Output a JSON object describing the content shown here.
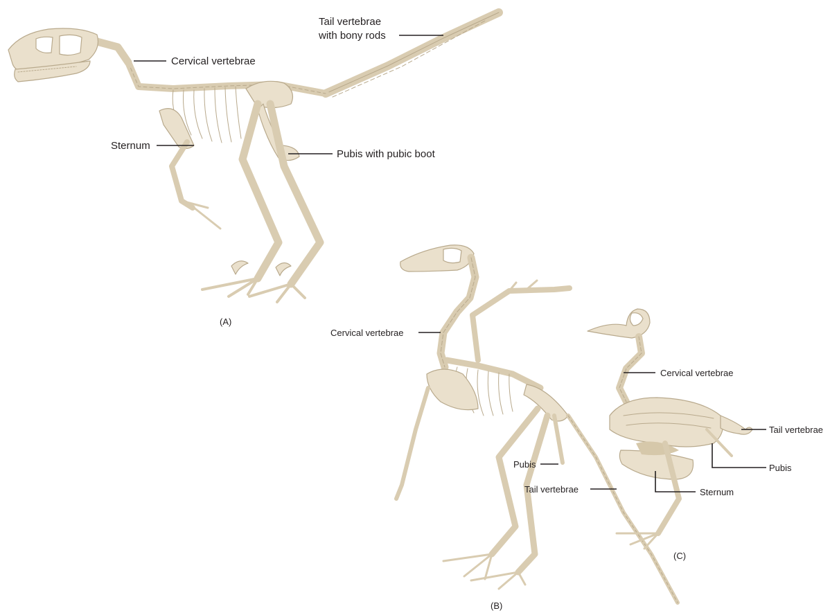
{
  "figure": {
    "panel_a": {
      "caption": "(A)",
      "labels": {
        "tail": [
          "Tail vertebrae",
          "with bony rods"
        ],
        "cervical": "Cervical vertebrae",
        "sternum": "Sternum",
        "pubis": "Pubis with pubic boot"
      }
    },
    "panel_b": {
      "caption": "(B)",
      "labels": {
        "cervical": "Cervical vertebrae",
        "pubis": "Pubis",
        "tail": "Tail vertebrae"
      }
    },
    "panel_c": {
      "caption": "(C)",
      "labels": {
        "cervical": "Cervical vertebrae",
        "tail": "Tail vertebrae",
        "pubis": "Pubis",
        "sternum": "Sternum"
      }
    },
    "colors": {
      "bone_fill": "#eae0cc",
      "bone_stroke": "#b8a98c",
      "bone_shadow": "#d6c8aa",
      "leader_line": "#231f20",
      "text": "#231f20"
    }
  }
}
